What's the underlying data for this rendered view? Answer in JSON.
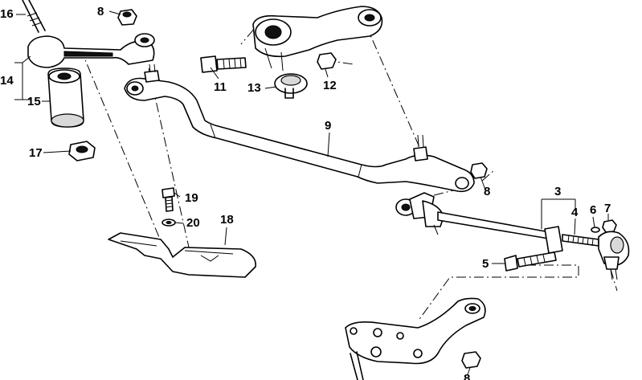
{
  "diagram": {
    "callouts": {
      "c16": "16",
      "c14": "14",
      "c15": "15",
      "c17": "17",
      "c8a": "8",
      "c11": "11",
      "c13": "13",
      "c12": "12",
      "c9": "9",
      "c8b": "8",
      "c19": "19",
      "c20": "20",
      "c18": "18",
      "c3": "3",
      "c4": "4",
      "c6": "6",
      "c7": "7",
      "c5": "5",
      "c8c": "8"
    }
  }
}
